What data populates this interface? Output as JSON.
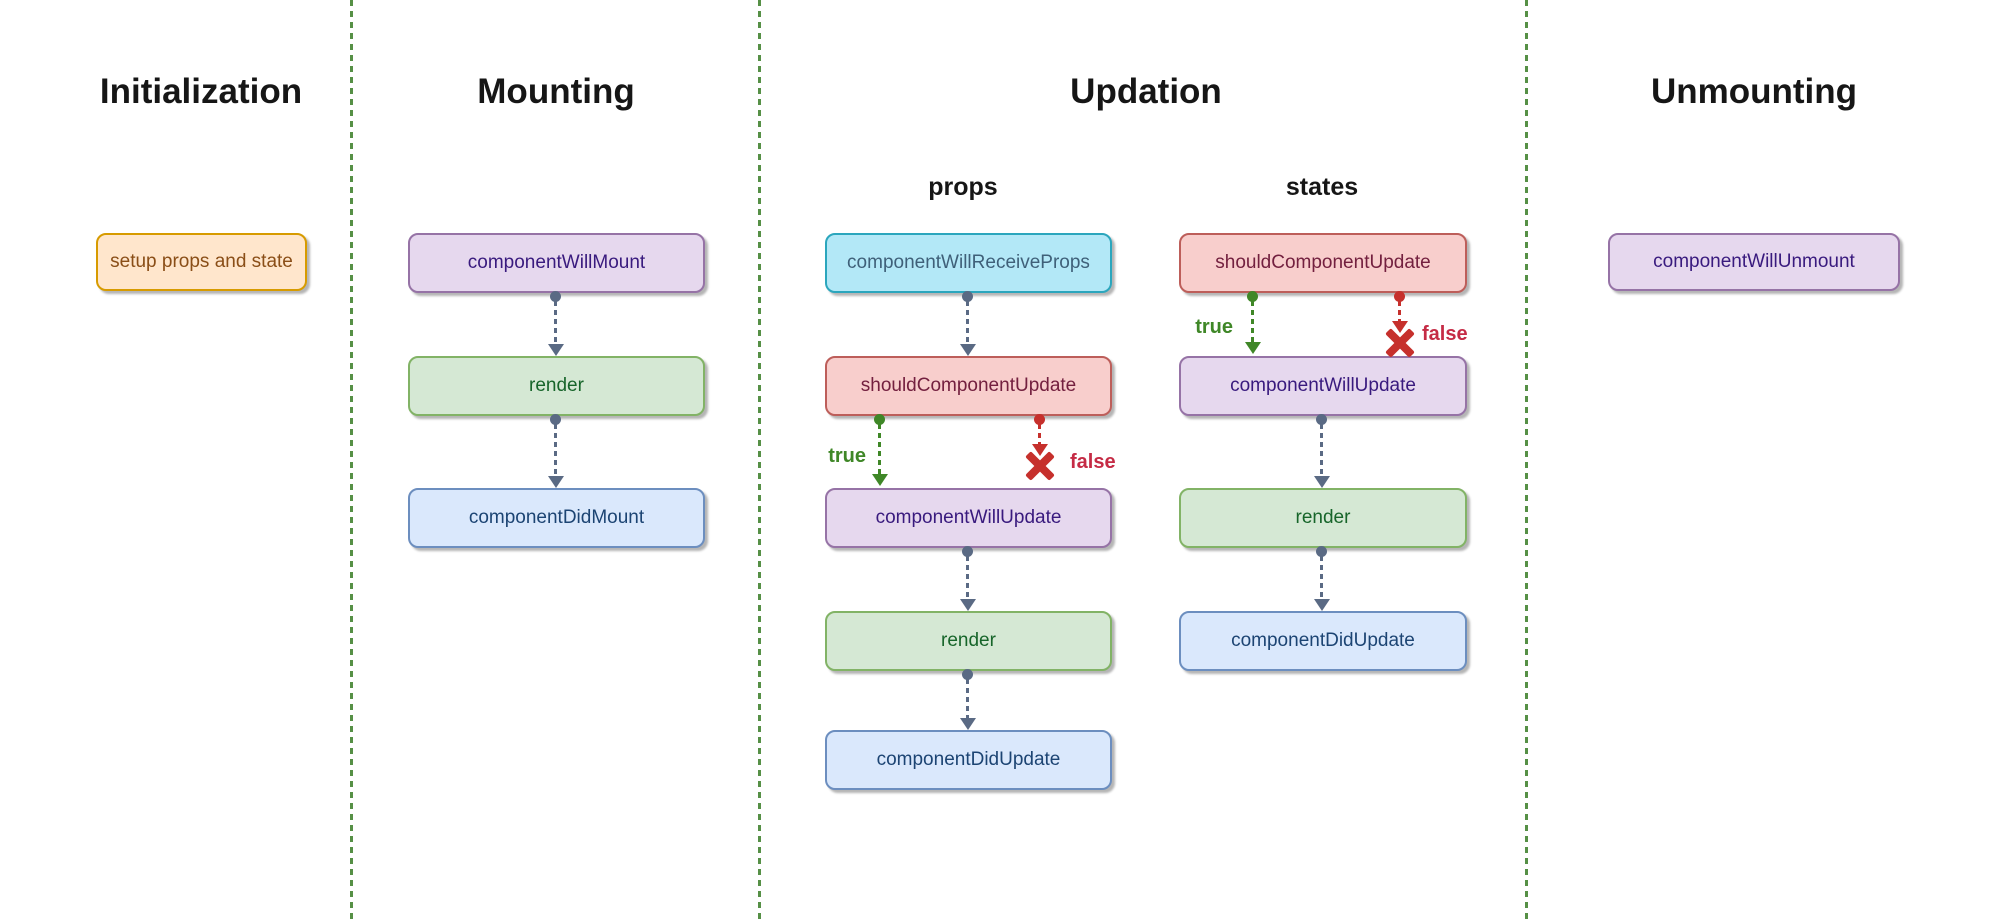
{
  "diagram_type": "react-component-lifecycle-flowchart",
  "sections": {
    "initialization": {
      "title": "Initialization",
      "nodes": [
        {
          "label": "setup props and state",
          "color": "orange"
        }
      ]
    },
    "mounting": {
      "title": "Mounting",
      "nodes": [
        {
          "label": "componentWillMount",
          "color": "purple"
        },
        {
          "label": "render",
          "color": "green"
        },
        {
          "label": "componentDidMount",
          "color": "blue"
        }
      ]
    },
    "updation": {
      "title": "Updation",
      "columns": {
        "props": {
          "label": "props",
          "nodes": [
            {
              "label": "componentWillReceiveProps",
              "color": "cyan"
            },
            {
              "label": "shouldComponentUpdate",
              "color": "red"
            },
            {
              "label": "componentWillUpdate",
              "color": "purple"
            },
            {
              "label": "render",
              "color": "green"
            },
            {
              "label": "componentDidUpdate",
              "color": "blue"
            }
          ],
          "branch": {
            "true_label": "true",
            "false_label": "false"
          }
        },
        "states": {
          "label": "states",
          "nodes": [
            {
              "label": "shouldComponentUpdate",
              "color": "red"
            },
            {
              "label": "componentWillUpdate",
              "color": "purple"
            },
            {
              "label": "render",
              "color": "green"
            },
            {
              "label": "componentDidUpdate",
              "color": "blue"
            }
          ],
          "branch": {
            "true_label": "true",
            "false_label": "false"
          }
        }
      }
    },
    "unmounting": {
      "title": "Unmounting",
      "nodes": [
        {
          "label": "componentWillUnmount",
          "color": "purple"
        }
      ]
    }
  },
  "colors": {
    "background": "#ffffff",
    "divider_green": "#569046",
    "flow_arrow_slate": "#5a6a84",
    "true_branch_green": "#3f8727",
    "false_branch_red": "#c6302c",
    "false_label_red": "#c52b45",
    "node_orange": {
      "fill": "#ffe6cc",
      "border": "#d79b00",
      "text": "#8a4e17"
    },
    "node_purple": {
      "fill": "#e6d8ee",
      "border": "#9673a6",
      "text": "#391a7e"
    },
    "node_green": {
      "fill": "#d5e8d4",
      "border": "#82b366",
      "text": "#17652a"
    },
    "node_blue": {
      "fill": "#dae8fc",
      "border": "#6c8ebf",
      "text": "#1c4473"
    },
    "node_cyan": {
      "fill": "#b3e8f7",
      "border": "#2ba6bd",
      "text": "#3f6079"
    },
    "node_red": {
      "fill": "#f8cecc",
      "border": "#bd5e5a",
      "text": "#73203f"
    }
  }
}
